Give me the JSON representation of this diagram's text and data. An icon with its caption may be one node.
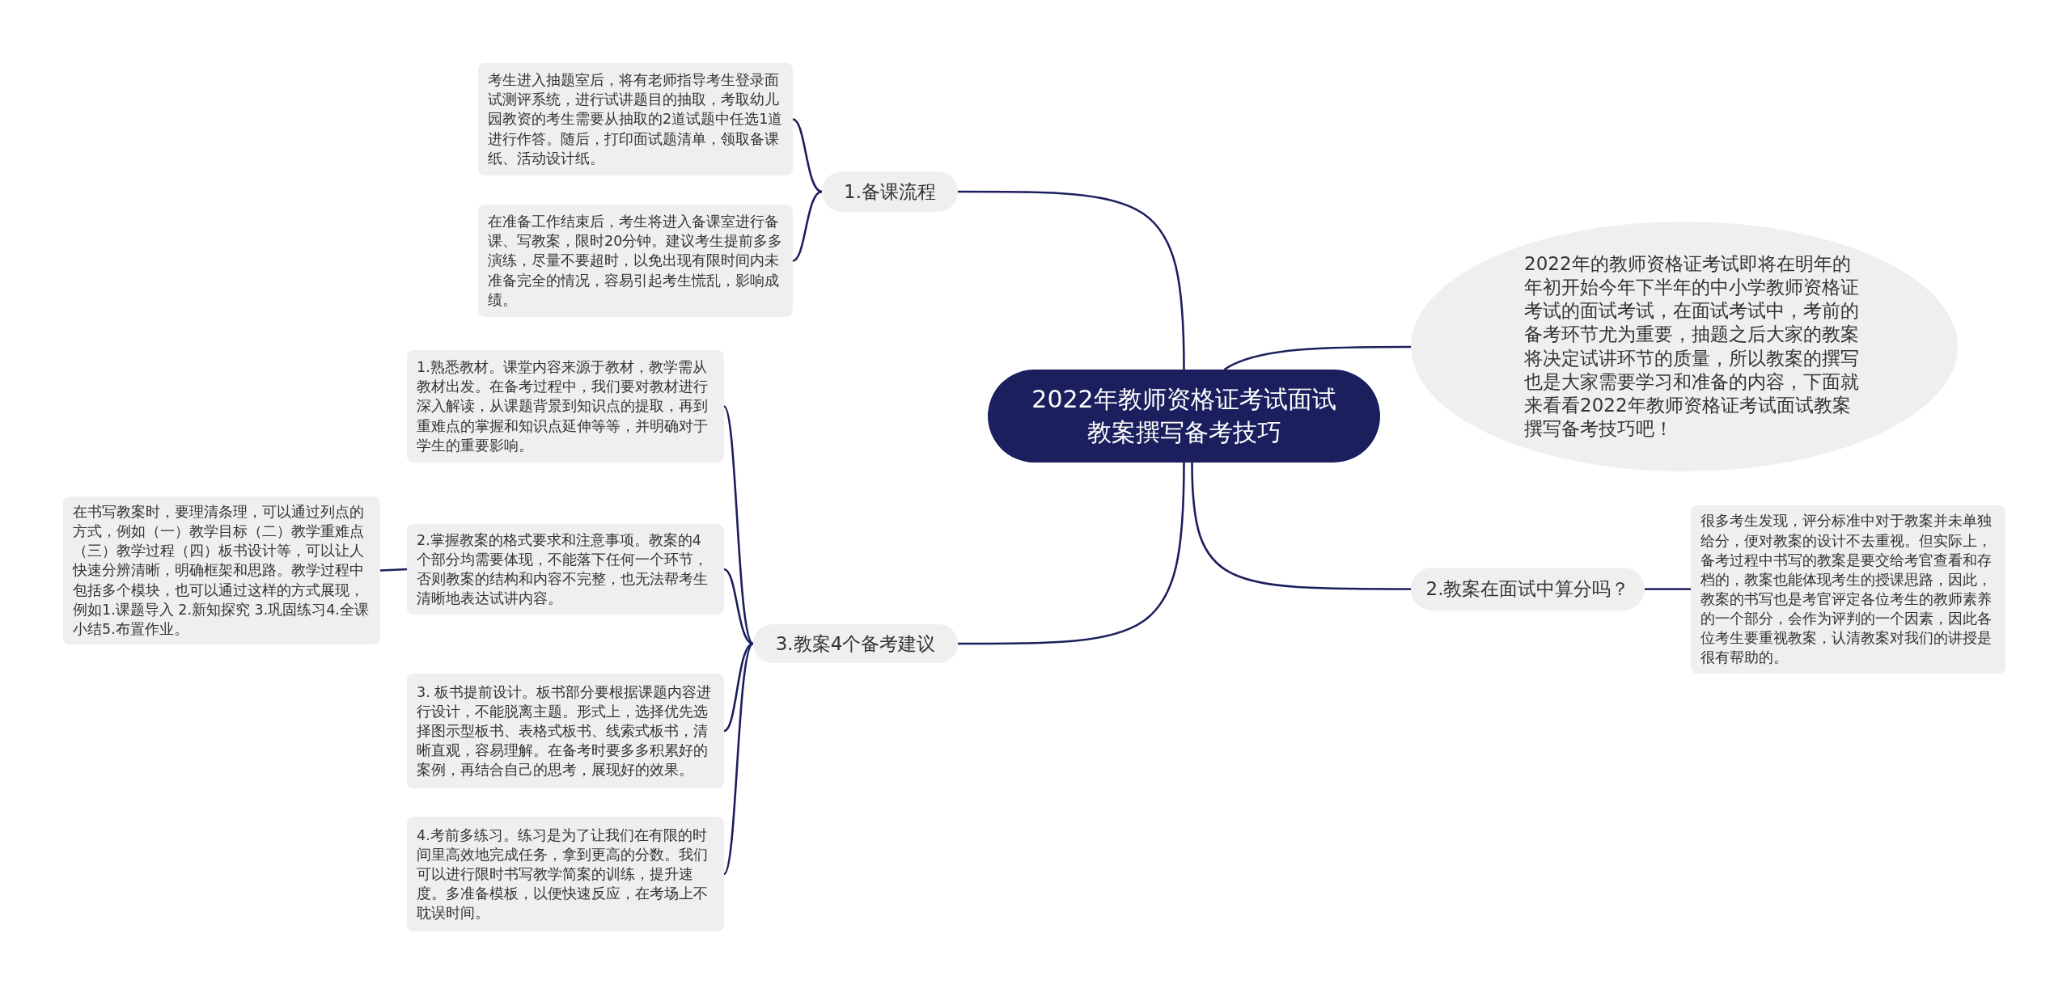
{
  "diagram": {
    "nodes": [
      {
        "text": [
          "2022年教师资格证考试面试教案撰写备考技巧"
        ]
      },
      {
        "text": [
          "1.备课流程"
        ]
      },
      {
        "text": [
          "考生进入抽题室后，将有老师指导考生登录面试测评系统，进行试讲题目的抽取，考取幼儿园教资的考生需要从抽取的2道试题中任选1道进行作答。随后，打印面试题清单，领取备课纸、活动设计纸。"
        ]
      },
      {
        "text": [
          "在准备工作结束后，考生将进入备课室进行备课、写教案，限时20分钟。建议考生提前多多演练，尽量不要超时，以免出现有限时间内未准备完全的情况，容易引起考生慌乱，影响成绩。"
        ]
      },
      {
        "text": [
          "2022年的教师资格证考试即将在明年的年初开始今年下半年的中小学教师资格证考试的面试考试，在面试考试中，考前的备考环节尤为重要，抽题之后大家的教案将决定试讲环节的质量，所以教案的撰写也是大家需要学习和准备的内容，下面就来看看2022年教师资格证考试面试教案撰写备考技巧吧！"
        ]
      },
      {
        "text": [
          "3.教案4个备考建议"
        ]
      },
      {
        "text": [
          "1.熟悉教材。课堂内容来源于教材，教学需从教材出发。在备考过程中，我们要对教材进行深入解读，从课题背景到知识点的提取，再到重难点的掌握和知识点延伸等等，并明确对于学生的重要影响。"
        ]
      },
      {
        "text": [
          "2.掌握教案的格式要求和注意事项。教案的4个部分均需要体现，不能落下任何一个环节，否则教案的结构和内容不完整，也无法帮考生清晰地表达试讲内容。"
        ]
      },
      {
        "text": [
          "3. 板书提前设计。板书部分要根据课题内容进行设计，不能脱离主题。形式上，选择优先选择图示型板书、表格式板书、线索式板书，清晰直观，容易理解。在备考时要多多积累好的案例，再结合自己的思考，展现好的效果。"
        ]
      },
      {
        "text": [
          "4.考前多练习。练习是为了让我们在有限的时间里高效地完成任务，拿到更高的分数。我们可以进行限时书写教学简案的训练，提升速度。多准备模板，以便快速反应，在考场上不耽误时间。"
        ]
      },
      {
        "text": [
          "在书写教案时，要理清条理，可以通过列点的方式，例如（一）教学目标（二）教学重难点（三）教学过程（四）板书设计等，可以让人快速分辨清晰，明确框架和思路。教学过程中包括多个模块，也可以通过这样的方式展现，例如1.课题导入 2.新知探究 3.巩固练习4.全课小结5.布置作业。"
        ]
      },
      {
        "text": [
          "2.教案在面试中算分吗？"
        ]
      },
      {
        "text": [
          "很多考生发现，评分标准中对于教案并未单独给分，便对教案的设计不去重视。但实际上，备考过程中书写的教案是要交给考官查看和存档的，教案也能体现考生的授课思路，因此，教案的书写也是考官评定各位考生的教师素养的一个部分，会作为评判的一个因素，因此各位考生要重视教案，认清教案对我们的讲授是很有帮助的。"
        ]
      }
    ],
    "edges": [
      {
        "from": 0,
        "to": 1,
        "arrow": "none"
      },
      {
        "from": 1,
        "to": 2,
        "arrow": "none"
      },
      {
        "from": 1,
        "to": 3,
        "arrow": "none"
      },
      {
        "from": 0,
        "to": 4,
        "arrow": "none"
      },
      {
        "from": 0,
        "to": 5,
        "arrow": "none"
      },
      {
        "from": 5,
        "to": 6,
        "arrow": "none"
      },
      {
        "from": 5,
        "to": 7,
        "arrow": "none"
      },
      {
        "from": 5,
        "to": 8,
        "arrow": "none"
      },
      {
        "from": 5,
        "to": 9,
        "arrow": "none"
      },
      {
        "from": 7,
        "to": 10,
        "arrow": "none"
      },
      {
        "from": 0,
        "to": 11,
        "arrow": "none"
      },
      {
        "from": 11,
        "to": 12,
        "arrow": "none"
      }
    ]
  }
}
